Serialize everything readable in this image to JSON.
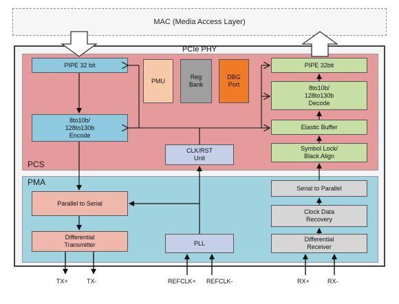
{
  "mac_label": "MAC (Media Access Layer)",
  "phy_title": "PCIe PHY",
  "pcs_label": "PCS",
  "pma_label": "PMA",
  "tx": {
    "pipe": "PIPE 32 bit",
    "encode": "8to10b/\n128to130b\nEncode",
    "p2s": "Parallel to Serial",
    "diff_tx": "Differential\nTransmitter"
  },
  "center": {
    "pmu": "PMU",
    "reg_bank": "Reg\nBank",
    "dbg_port": "DBG\nPort",
    "clk_rst": "CLK/RST\nUnit",
    "pll": "PLL"
  },
  "rx": {
    "pipe": "PIPE 32bit",
    "decode": "8to10b/\n128to130b\nDecode",
    "elastic": "Elastic Buffer",
    "symbol_lock": "Symbol Lock/\nBlack Align",
    "s2p": "Serial to Parallel",
    "cdr": "Clock Data\nRecovery",
    "diff_rx": "Differential\nReceiver"
  },
  "pins": {
    "tx_plus": "TX+",
    "tx_minus": "TX-",
    "refclk_plus": "REFCLK+",
    "refclk_minus": "REFCLK-",
    "rx_plus": "RX+",
    "rx_minus": "RX-"
  }
}
